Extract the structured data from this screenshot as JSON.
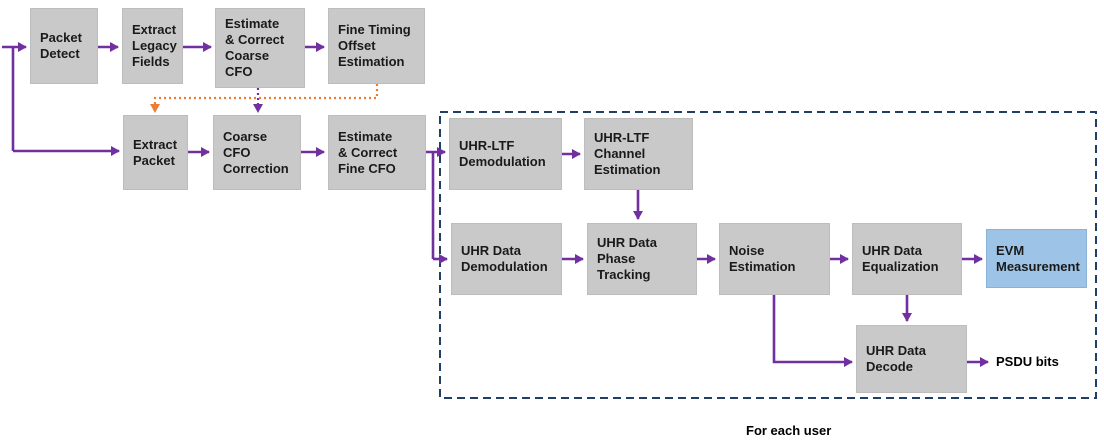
{
  "boxes": [
    {
      "id": "packet-detect",
      "label": "Packet\nDetect"
    },
    {
      "id": "extract-legacy-fields",
      "label": "Extract\nLegacy\nFields"
    },
    {
      "id": "estimate-correct-coarse-cfo",
      "label": "Estimate\n& Correct\nCoarse\nCFO"
    },
    {
      "id": "fine-timing-offset-estimation",
      "label": "Fine Timing\nOffset\nEstimation"
    },
    {
      "id": "extract-packet",
      "label": "Extract\nPacket"
    },
    {
      "id": "coarse-cfo-correction",
      "label": "Coarse\nCFO\nCorrection"
    },
    {
      "id": "estimate-correct-fine-cfo",
      "label": "Estimate\n& Correct\nFine CFO"
    },
    {
      "id": "uhr-ltf-demodulation",
      "label": "UHR-LTF\nDemodulation"
    },
    {
      "id": "uhr-ltf-channel-estimation",
      "label": "UHR-LTF\nChannel\nEstimation"
    },
    {
      "id": "uhr-data-demodulation",
      "label": "UHR Data\nDemodulation"
    },
    {
      "id": "uhr-data-phase-tracking",
      "label": "UHR Data\nPhase\nTracking"
    },
    {
      "id": "noise-estimation",
      "label": "Noise\nEstimation"
    },
    {
      "id": "uhr-data-equalization",
      "label": "UHR Data\nEqualization"
    },
    {
      "id": "evm-measurement",
      "label": "EVM\nMeasurement",
      "highlight": true
    },
    {
      "id": "uhr-data-decode",
      "label": "UHR Data\nDecode"
    }
  ],
  "annotations": {
    "psdu_bits": "PSDU bits",
    "for_each_user": "For each user"
  },
  "colors": {
    "box_fill": "#c9c9c9",
    "highlight_fill": "#9dc3e6",
    "arrow": "#7030a0",
    "dotted_purple": "#7030a0",
    "dotted_orange": "#ed7d31",
    "dashed_border": "#203f66",
    "text": "#1a1a1a"
  },
  "edges": [
    {
      "from": "input",
      "to": "packet-detect",
      "style": "solid-purple"
    },
    {
      "from": "input",
      "to": "extract-packet",
      "style": "solid-purple"
    },
    {
      "from": "packet-detect",
      "to": "extract-legacy-fields",
      "style": "solid-purple"
    },
    {
      "from": "extract-legacy-fields",
      "to": "estimate-correct-coarse-cfo",
      "style": "solid-purple"
    },
    {
      "from": "estimate-correct-coarse-cfo",
      "to": "fine-timing-offset-estimation",
      "style": "solid-purple"
    },
    {
      "from": "estimate-correct-coarse-cfo",
      "to": "coarse-cfo-correction",
      "style": "dotted-purple"
    },
    {
      "from": "fine-timing-offset-estimation",
      "to": "extract-packet",
      "style": "dotted-orange"
    },
    {
      "from": "extract-packet",
      "to": "coarse-cfo-correction",
      "style": "solid-purple"
    },
    {
      "from": "coarse-cfo-correction",
      "to": "estimate-correct-fine-cfo",
      "style": "solid-purple"
    },
    {
      "from": "estimate-correct-fine-cfo",
      "to": "uhr-ltf-demodulation",
      "style": "solid-purple"
    },
    {
      "from": "estimate-correct-fine-cfo",
      "to": "uhr-data-demodulation",
      "style": "solid-purple"
    },
    {
      "from": "uhr-ltf-demodulation",
      "to": "uhr-ltf-channel-estimation",
      "style": "solid-purple"
    },
    {
      "from": "uhr-ltf-channel-estimation",
      "to": "uhr-data-phase-tracking",
      "style": "solid-purple"
    },
    {
      "from": "uhr-data-demodulation",
      "to": "uhr-data-phase-tracking",
      "style": "solid-purple"
    },
    {
      "from": "uhr-data-phase-tracking",
      "to": "noise-estimation",
      "style": "solid-purple"
    },
    {
      "from": "noise-estimation",
      "to": "uhr-data-equalization",
      "style": "solid-purple"
    },
    {
      "from": "uhr-data-equalization",
      "to": "evm-measurement",
      "style": "solid-purple"
    },
    {
      "from": "noise-estimation",
      "to": "uhr-data-decode",
      "style": "solid-purple"
    },
    {
      "from": "uhr-data-equalization",
      "to": "uhr-data-decode",
      "style": "solid-purple"
    },
    {
      "from": "uhr-data-decode",
      "to": "psdu-bits-output",
      "style": "solid-purple"
    }
  ]
}
